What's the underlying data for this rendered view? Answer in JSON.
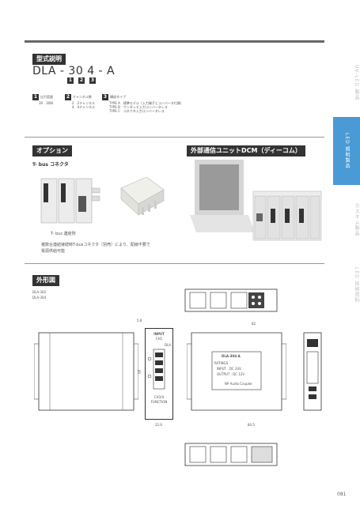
{
  "section_model": {
    "title": "型式説明",
    "model_code": "DLA - 30 4 - A",
    "badges": [
      "1",
      "2",
      "3"
    ],
    "legend": [
      {
        "num": "1",
        "label": "出力容量",
        "values": [
          "30　30W"
        ]
      },
      {
        "num": "2",
        "label": "チャンネル数",
        "values": [
          "2　2チャンネル",
          "4　4チャンネル"
        ]
      },
      {
        "num": "3",
        "label": "構成タイプ",
        "values": [
          "TYPE A　標準モデル（入力端子とコンバータ付属）",
          "TYPE B　ワンタッチ入力コンバータレス",
          "TYPE C　コネクタ入力コンバータレス"
        ]
      }
    ]
  },
  "section_option": {
    "title": "オプション",
    "subtitle": "T- bus コネクタ",
    "photo_caption": "T- bus 連結例",
    "description_line1": "複数台連結接続時T-busコネクタ（別売）により、配線不要で",
    "description_line2": "電源供給可能"
  },
  "section_dcm": {
    "title": "外部通信ユニットDCM（ディーコム）"
  },
  "section_outline": {
    "title": "外形図",
    "models": [
      "DLA-302",
      "DLA-304"
    ],
    "dims": {
      "d1": "5.8",
      "d2": "82",
      "d3": "22.6",
      "d4": "84.5",
      "d5": "85"
    },
    "label_front_top": "INPUT",
    "label_front_ch": "CH1",
    "label_front_dla": "DLA",
    "label_front_function": "FUNCTION",
    "label_front_ch34": "CH3/4",
    "label_side_model": "DLA-304-A",
    "label_side_rating": "RATINGS",
    "label_side_input": "INPUT : DC 24V",
    "label_side_output": "OUTPUT : DC 12V",
    "label_side_brand": "NP Audio Coupler"
  },
  "side_tabs": [
    {
      "label": "UV-LED 製品",
      "active": false
    },
    {
      "label": "LED 照明製品",
      "active": true
    },
    {
      "label": "カスタム製品",
      "active": false
    },
    {
      "label": "LED 技術資料",
      "active": false
    }
  ],
  "page_number": "081",
  "colors": {
    "accent": "#4a9ad6",
    "dark": "#333333"
  }
}
